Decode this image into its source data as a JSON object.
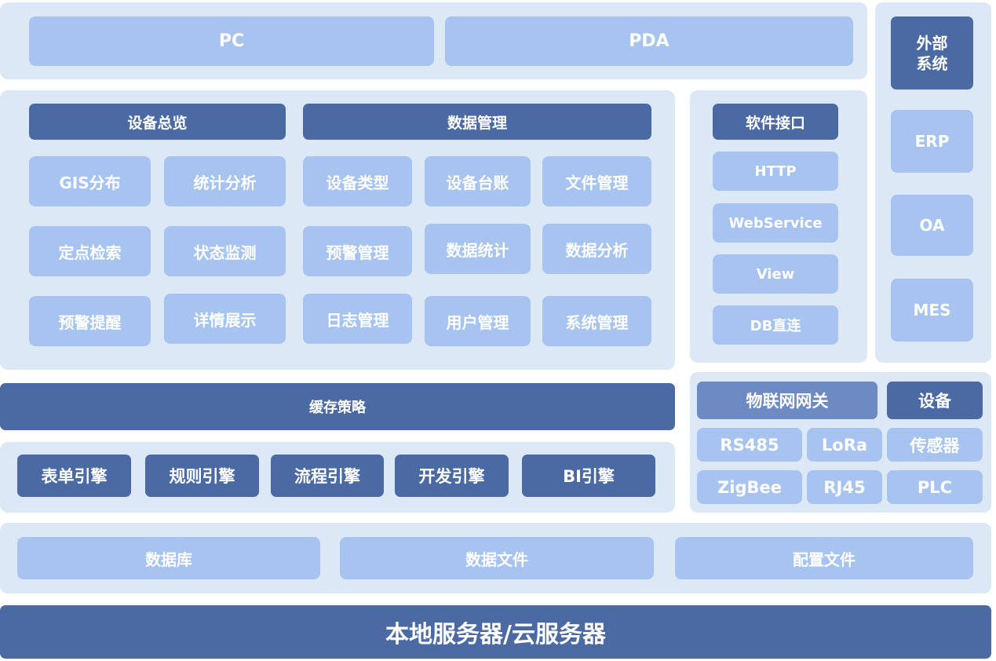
{
  "clients": {
    "pc": "PC",
    "pda": "PDA"
  },
  "external": {
    "title": "外部\n系统",
    "items": [
      "ERP",
      "OA",
      "MES"
    ]
  },
  "device_overview": {
    "title": "设备总览",
    "items": [
      "GIS分布",
      "统计分析",
      "定点检索",
      "状态监测",
      "预警提醒",
      "详情展示"
    ]
  },
  "data_management": {
    "title": "数据管理",
    "items": [
      "设备类型",
      "设备台账",
      "文件管理",
      "预警管理",
      "数据统计",
      "数据分析",
      "日志管理",
      "用户管理",
      "系统管理"
    ]
  },
  "software_interface": {
    "title": "软件接口",
    "items": [
      "HTTP",
      "WebService",
      "View",
      "DB直连"
    ]
  },
  "cache": "缓存策略",
  "engines": [
    "表单引擎",
    "规则引擎",
    "流程引擎",
    "开发引擎",
    "BI引擎"
  ],
  "iot": {
    "gateway": "物联网网关",
    "device": "设备",
    "protocols": [
      "RS485",
      "LoRa",
      "传感器",
      "ZigBee",
      "RJ45",
      "PLC"
    ]
  },
  "storage": [
    "数据库",
    "数据文件",
    "配置文件"
  ],
  "server": "本地服务器/云服务器",
  "colors": {
    "panel": "#dde8f7",
    "light_block": "#a6c4ef",
    "dark_block": "#4b6aa4",
    "mid_block": "#6d8bc2"
  }
}
